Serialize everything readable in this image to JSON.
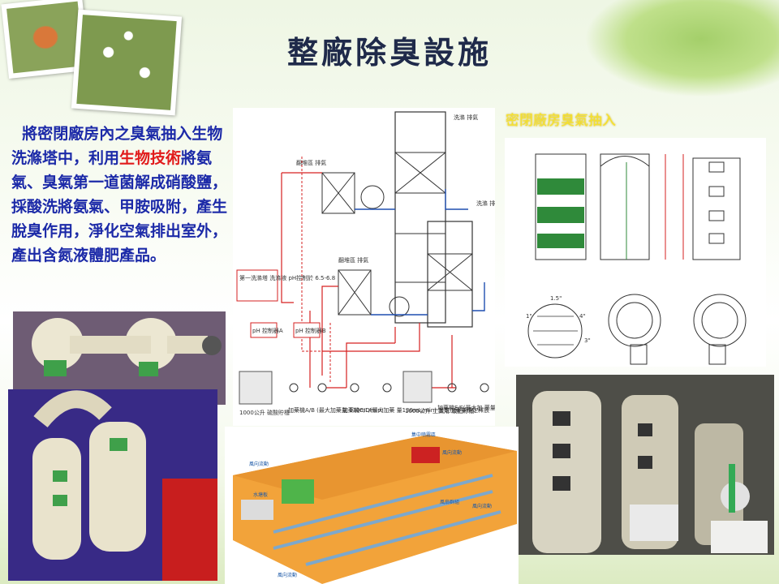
{
  "slide": {
    "title": "整廠除臭設施",
    "body_parts": [
      "將密閉廠房內之臭氣抽入生物洗滌塔中，利用",
      "生物技術",
      "將氨氣、臭氣第一道菌解成硝酸鹽，採酸洗將氨氣、甲胺吸附，產生脫臭作用，淨化空氣排出室外，產出含氮液體肥產品。"
    ],
    "right_caption": "密閉廠房臭氣抽入"
  },
  "diagram": {
    "labels": {
      "exhaust_top": "洗滌 排氣",
      "exhaust_mid": "洗滌 排氣",
      "pile1": "翻堆區 排氣",
      "pile2": "翻堆區 排氣",
      "ph_setting": "第一洗滌塔 洗滌液 pH控制於 6.5-6.8",
      "ph_a": "pH 控制器A",
      "ph_b": "pH 控制器B",
      "tank_1": "1000公升 硫酸貯槽",
      "pump_a": "加藥機A/B (最大加藥量 130mL/min)",
      "pump_c": "加藥機C/D(最大加藥 量130mL/min) 設定加藥量穩定釋放",
      "tank_2": "1000公升 工業用 液肥貯槽",
      "pump_e": "加藥機E/F(最大加 藥量130mL/min) 設定加藥量"
    }
  },
  "tech_drawing": {
    "labels": {
      "dim_1": "1.5\"",
      "p1": "1\"",
      "p4": "4\"",
      "p3": "3\""
    }
  },
  "floor_model": {
    "labels": {
      "wind1": "風向流動",
      "wind2": "風向流動",
      "wind3": "風向流動",
      "wind4": "風向流動",
      "center": "集中噴霧區",
      "water": "水塘板",
      "fan": "風扇群組"
    }
  },
  "colors": {
    "title": "#1f2a4a",
    "body": "#1c2aa8",
    "highlight": "#e11b1b",
    "caption": "#f7e22a"
  }
}
